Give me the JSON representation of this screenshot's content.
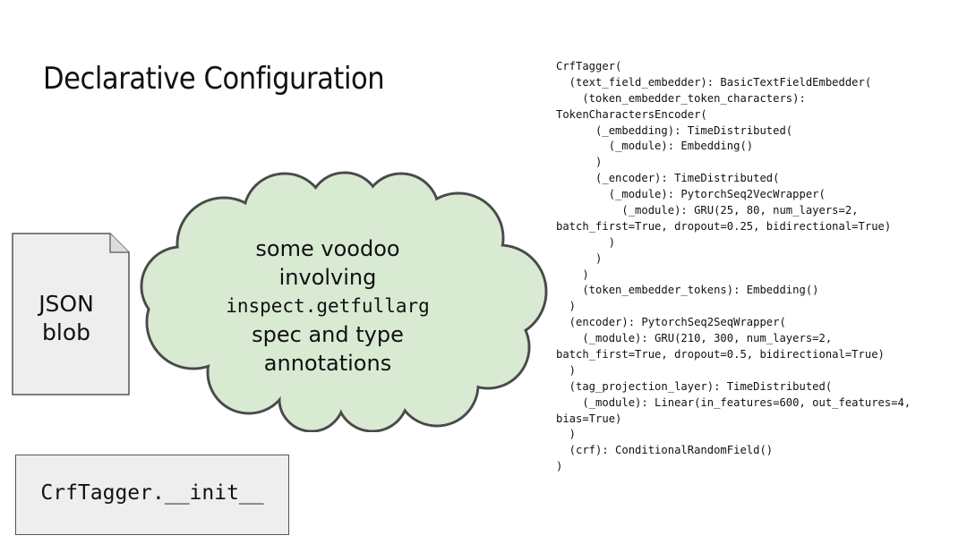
{
  "slide": {
    "title": "Declarative Configuration"
  },
  "json_blob": {
    "lines": [
      "JSON",
      "blob"
    ]
  },
  "cloud": {
    "lines": [
      "some voodoo",
      "involving",
      "inspect.getfullarg",
      "spec and type",
      "annotations"
    ]
  },
  "init_box": {
    "label": "CrfTagger.__init__"
  },
  "model_repr": {
    "lines": [
      "CrfTagger(",
      "  (text_field_embedder): BasicTextFieldEmbedder(",
      "    (token_embedder_token_characters):",
      "TokenCharactersEncoder(",
      "      (_embedding): TimeDistributed(",
      "        (_module): Embedding()",
      "      )",
      "      (_encoder): TimeDistributed(",
      "        (_module): PytorchSeq2VecWrapper(",
      "          (_module): GRU(25, 80, num_layers=2,",
      "batch_first=True, dropout=0.25, bidirectional=True)",
      "        )",
      "      )",
      "    )",
      "    (token_embedder_tokens): Embedding()",
      "  )",
      "  (encoder): PytorchSeq2SeqWrapper(",
      "    (_module): GRU(210, 300, num_layers=2,",
      "batch_first=True, dropout=0.5, bidirectional=True)",
      "  )",
      "  (tag_projection_layer): TimeDistributed(",
      "    (_module): Linear(in_features=600, out_features=4,",
      "bias=True)",
      "  )",
      "  (crf): ConditionalRandomField()",
      ")"
    ]
  },
  "colors": {
    "cloud_fill": "#d9ead3",
    "cloud_stroke": "#4a4a4a",
    "box_fill": "#eeeeee",
    "box_stroke": "#555555",
    "text": "#111111"
  }
}
